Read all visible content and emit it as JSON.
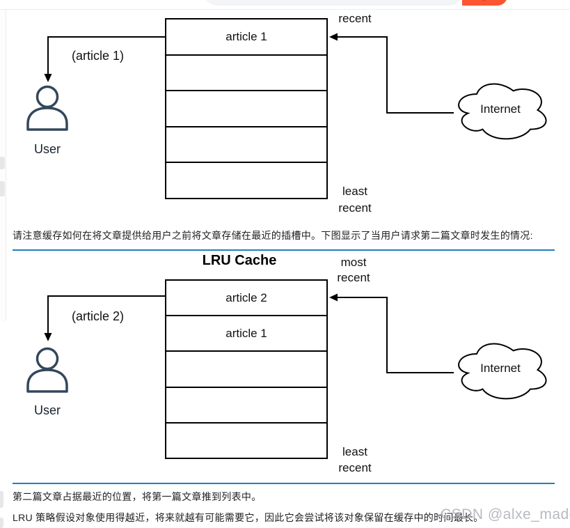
{
  "colors": {
    "accent_orange": "#fc5531",
    "divider_blue": "#1d7fc1",
    "diagram_stroke": "#000000",
    "person_stroke": "#33475b",
    "watermark_gray": "#b7bac1"
  },
  "header": {
    "search_value": ""
  },
  "intro_paragraph": "请注意缓存如何在将文章提供给用户之前将文章存储在最近的插槽中。下图显示了当用户请求第二篇文章时发生的情况:",
  "diagram1": {
    "recent_label": "recent",
    "least_label_line1": "least",
    "least_label_line2": "recent",
    "slots": [
      "article 1",
      "",
      "",
      "",
      ""
    ],
    "request_label": "(article 1)",
    "user_label": "User",
    "cloud_label": "Internet"
  },
  "diagram2": {
    "title": "LRU Cache",
    "most_label_line1": "most",
    "most_label_line2": "recent",
    "least_label_line1": "least",
    "least_label_line2": "recent",
    "slots": [
      "article 2",
      "article 1",
      "",
      "",
      ""
    ],
    "request_label": "(article 2)",
    "user_label": "User",
    "cloud_label": "Internet"
  },
  "body_paragraph1": "第二篇文章占据最近的位置，将第一篇文章推到列表中。",
  "body_paragraph2": "LRU 策略假设对象使用得越近，将来就越有可能需要它，因此它会尝试将该对象保留在缓存中的时间最长。",
  "watermark": "CSDN @alxe_made"
}
